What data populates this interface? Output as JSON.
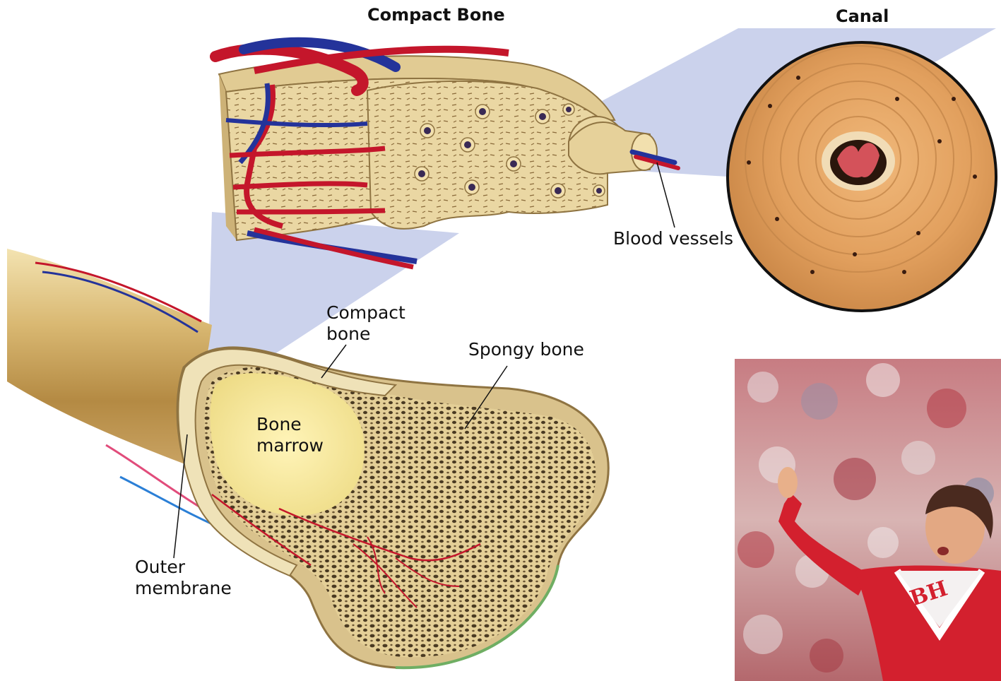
{
  "titles": {
    "compact_bone": "Compact Bone",
    "canal": "Canal"
  },
  "labels": {
    "blood_vessels": "Blood vessels",
    "compact_bone_line1": "Compact",
    "compact_bone_line2": "bone",
    "spongy_bone": "Spongy bone",
    "bone_marrow_line1": "Bone",
    "bone_marrow_line2": "marrow",
    "outer_membrane_line1": "Outer",
    "outer_membrane_line2": "membrane"
  },
  "photo": {
    "uniform_text": "BH"
  },
  "colors": {
    "bone": "#e9d7a6",
    "bone_dark": "#c9a86a",
    "artery": "#c4162b",
    "vein": "#24339a",
    "callout": "#b9c3e6",
    "canal_photo": "#e3a262",
    "uniform": "#d3202e",
    "crowd": "#c98b8e"
  }
}
